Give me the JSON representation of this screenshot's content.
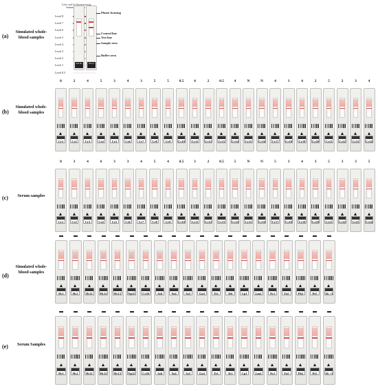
{
  "panel_a": {
    "letter": "(a)",
    "title": "Simulated whole-blood samples",
    "chart_title": "Color card for fluorescence-immunography test",
    "levels": [
      "Level 8",
      "Level 7",
      "Level 6",
      "Level 5",
      "Level 4",
      "Level 3",
      "Level 2",
      "Level 1",
      "Level 0.5"
    ],
    "level_colors": [
      "#c0393b",
      "#c64749",
      "#cd5657",
      "#d66c6c",
      "#de8585",
      "#e7a4a4",
      "#efc5c5",
      "#f5dede",
      "#faf0f0"
    ],
    "signs": [
      "-",
      "+"
    ],
    "strip_tags": [
      "Sub De",
      "Sub Cr"
    ],
    "callouts": [
      "Plastic housing",
      "Control line",
      "Test line",
      "Sample area",
      "Buffer area"
    ]
  },
  "rows": [
    {
      "letter": "(b)",
      "title": "Simulated whole-blood samples",
      "nums": [
        "8",
        "2",
        "4",
        "5",
        "3",
        "4",
        "3",
        "5",
        "5",
        "0.5",
        "4",
        "2",
        "0.5",
        "4",
        "N",
        "N",
        "4",
        "3",
        "4",
        "2",
        "5",
        "2",
        "3",
        "4"
      ],
      "ids": [
        "Cr1",
        "Cr2",
        "Cr3",
        "Cr4",
        "Cr5",
        "Cr6",
        "Cr7",
        "Cr8",
        "Cr9",
        "Cr10",
        "Cr11",
        "Cr12",
        "Cr13",
        "Cr14",
        "Cr15",
        "Cr16",
        "Cr17",
        "Cr18",
        "Cr19",
        "Cr20",
        "Cr21",
        "Cr22",
        "Cr23",
        "Cr24"
      ]
    },
    {
      "letter": "(c)",
      "title": "Serum samples",
      "nums": [
        "8",
        "3",
        "4",
        "6",
        "3",
        "3",
        "4",
        "5",
        "4",
        "0.5",
        "3",
        "2",
        "0.5",
        "5",
        "N",
        "N",
        "5",
        "3",
        "4",
        "3",
        "5",
        "3",
        "3",
        "5"
      ],
      "ids": [
        "Cr1",
        "Cr2",
        "Cr3",
        "Cr4",
        "Cr5",
        "Cr6",
        "Cr7",
        "Cr8",
        "Cr9",
        "Cr10",
        "Cr11",
        "Cr12",
        "Cr13",
        "Cr14",
        "Cr15",
        "Cr16",
        "Cr17",
        "Cr18",
        "Cr19",
        "Cr20",
        "Cr21",
        "Cr22",
        "Cr23",
        "Cr24"
      ]
    },
    {
      "letter": "(d)",
      "title": "Simulated whole-blood samples",
      "ids": [
        "Hc1",
        "Hc2",
        "Hc11",
        "Hc12",
        "Hc13",
        "Np15",
        "Cr26",
        "As6",
        "Yo4",
        "As5",
        "Ga3",
        "Te1",
        "Te6",
        "Cp1",
        "Lm2",
        "Nc1",
        "Fa5",
        "Pb2",
        "Pe5",
        "AL+3"
      ]
    },
    {
      "letter": "(e)",
      "title": "Serum Samples",
      "ids": [
        "Hc1",
        "Hc2",
        "Hc11",
        "Hc12",
        "Hc13",
        "Np15",
        "Cr26",
        "As6",
        "Yo4",
        "As5",
        "Ga3",
        "Te1",
        "Te1",
        "Cp1",
        "Lm2",
        "Nc1",
        "Fa5",
        "Pb2",
        "Pe5",
        "AL+3"
      ]
    }
  ]
}
